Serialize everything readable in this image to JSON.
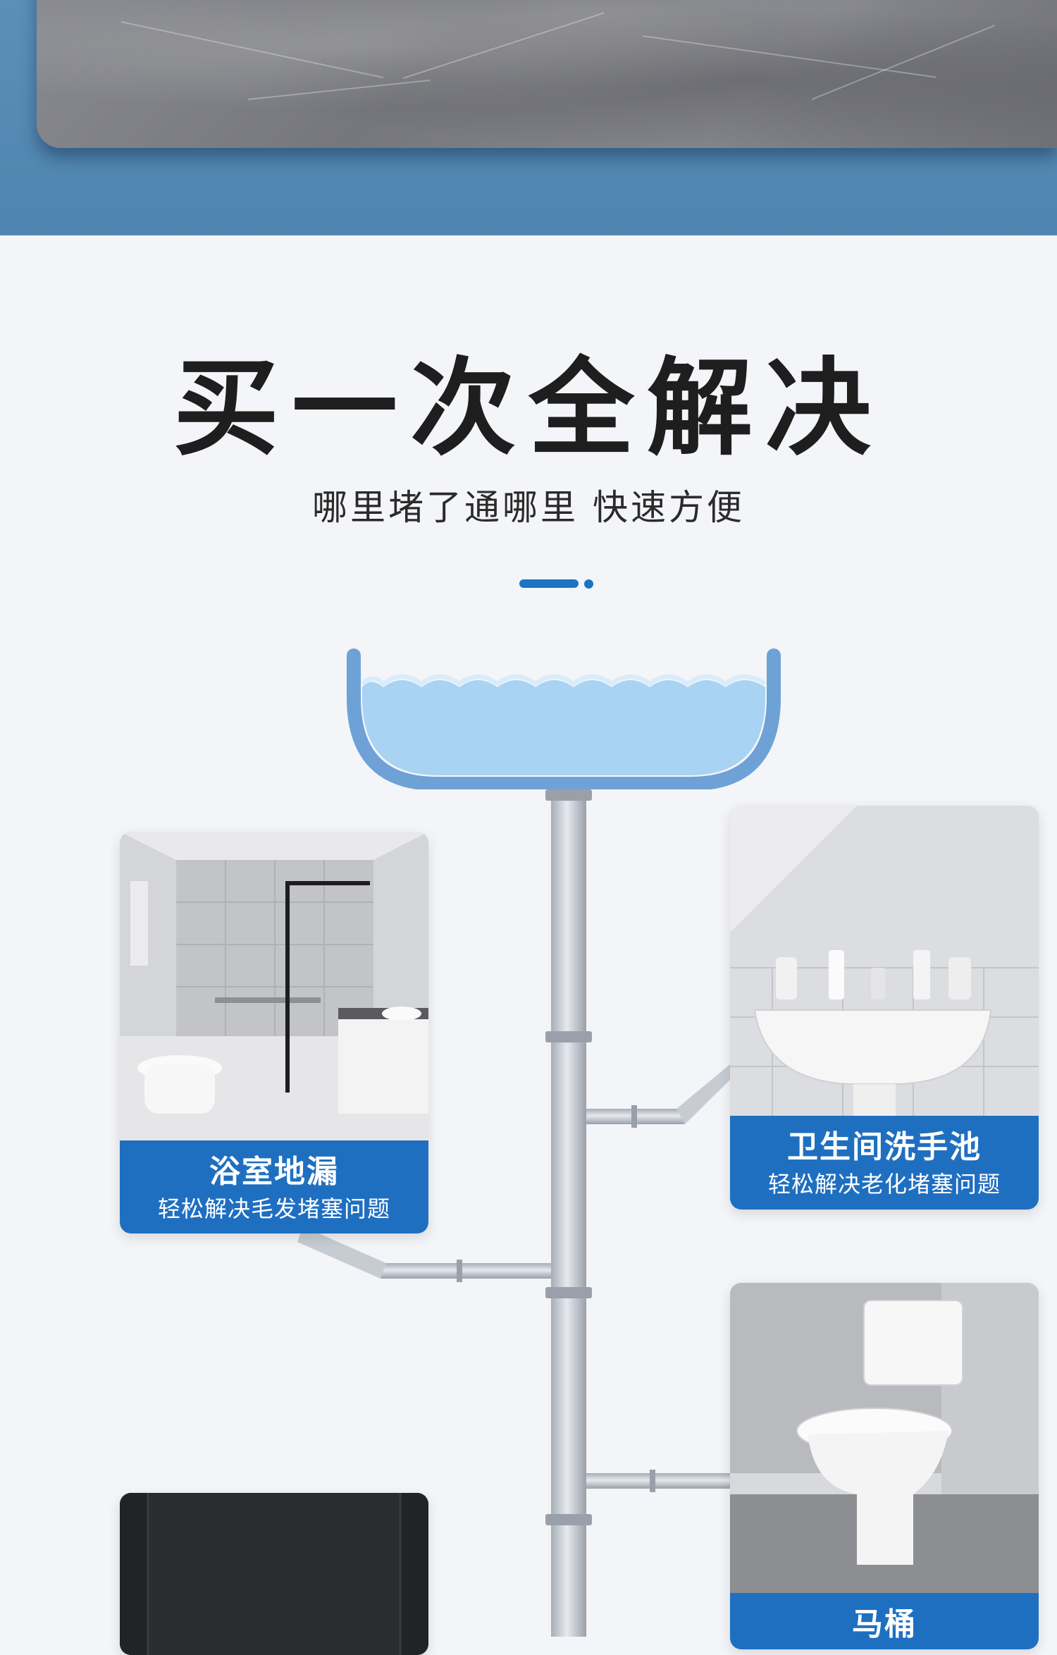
{
  "headline": "买一次全解决",
  "subline": "哪里堵了通哪里 快速方便",
  "colors": {
    "accent": "#1f6fc1",
    "top_band": "#5a8fb8",
    "pipe": "#b9bfc8",
    "water": "#a8d0f0"
  },
  "cards": {
    "shower": {
      "title": "浴室地漏",
      "desc": "轻松解决毛发堵塞问题",
      "image": "bathroom-shower-photo"
    },
    "basin": {
      "title": "卫生间洗手池",
      "desc": "轻松解决老化堵塞问题",
      "image": "washbasin-photo"
    },
    "toilet": {
      "title": "马桶",
      "image": "toilet-photo"
    },
    "dark": {
      "image": "dark-panel-photo"
    }
  }
}
